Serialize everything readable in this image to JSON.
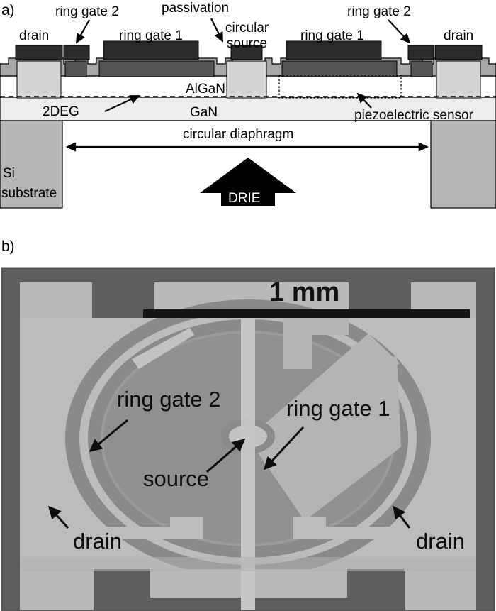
{
  "figure": {
    "panel_a": {
      "letter": "a)",
      "labels": {
        "drain_left": "drain",
        "drain_right": "drain",
        "ring_gate_2_left": "ring gate 2",
        "ring_gate_2_right": "ring gate 2",
        "ring_gate_1_left": "ring gate 1",
        "ring_gate_1_right": "ring gate 1",
        "passivation": "passivation",
        "circular_source_line1": "circular",
        "circular_source_line2": "source",
        "algan": "AlGaN",
        "gan": "GaN",
        "two_deg": "2DEG",
        "piezoelectric_sensor": "piezoelectric sensor",
        "si_line1": "Si",
        "si_line2": "substrate",
        "circular_diaphragm": "circular diaphragm",
        "drie": "DRIE"
      },
      "colors": {
        "metal_dark": "#2b2b2b",
        "gate_metal": "#4a4a4a",
        "passivation_gray": "#a8a8a8",
        "ohmic_light": "#d4d4d4",
        "algan": "#ffffff",
        "gan": "#ededed",
        "si_substrate": "#b5b5b5",
        "outline": "#000000"
      }
    },
    "panel_b": {
      "letter": "b)",
      "labels": {
        "scale_bar": "1 mm",
        "ring_gate_2": "ring gate 2",
        "ring_gate_1": "ring gate 1",
        "source": "source",
        "drain_left": "drain",
        "drain_right": "drain"
      },
      "colors": {
        "background_dark": "#5e5e5e",
        "pad_light": "#bcbcbc",
        "field_light": "#b8b8b8",
        "gate_ring_gray": "#8a8a8a",
        "inner_disc": "#909090",
        "scale_bar": "#141414",
        "border": "#5a5a5a"
      }
    }
  }
}
